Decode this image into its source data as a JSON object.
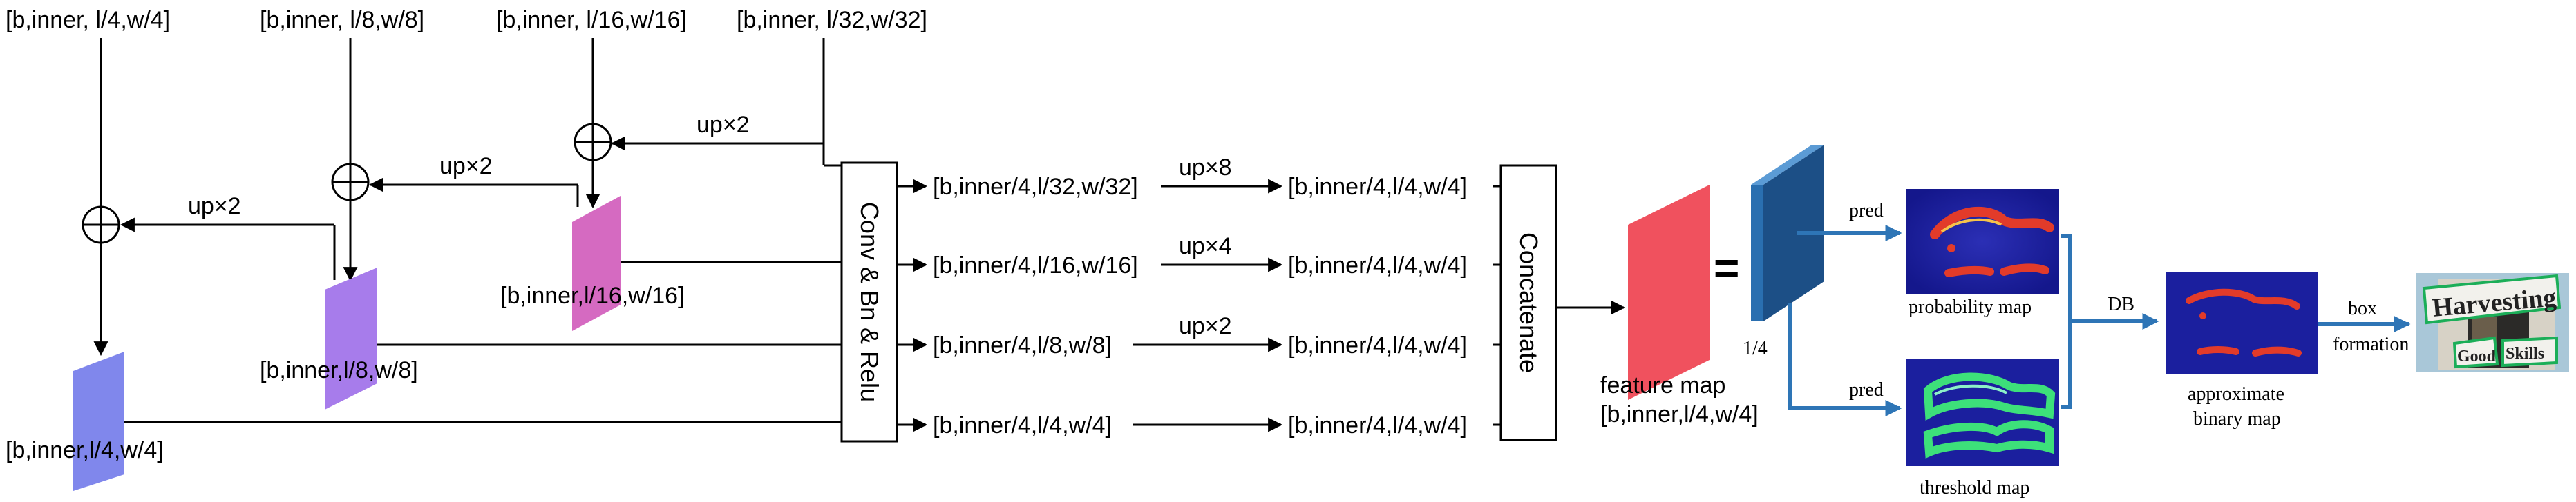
{
  "inputs": {
    "in_1_4": "[b,inner, l/4,w/4]",
    "in_1_8": "[b,inner, l/8,w/8]",
    "in_1_16": "[b,inner, l/16,w/16]",
    "in_1_32": "[b,inner, l/32,w/32]"
  },
  "fpn": {
    "up_x2_a": "up×2",
    "up_x2_b": "up×2",
    "up_x2_c": "up×2",
    "feat_1_16": "[b,inner,l/16,w/16]",
    "feat_1_8": "[b,inner,l/8,w/8]",
    "feat_1_4": "[b,inner,l/4,w/4]"
  },
  "conv_block": {
    "label": "Conv & Bn & Relu"
  },
  "branches": {
    "pre": [
      "[b,inner/4,l/32,w/32]",
      "[b,inner/4,l/16,w/16]",
      "[b,inner/4,l/8,w/8]",
      "[b,inner/4,l/4,w/4]"
    ],
    "ups": [
      "up×8",
      "up×4",
      "up×2"
    ],
    "post": [
      "[b,inner/4,l/4,w/4]",
      "[b,inner/4,l/4,w/4]",
      "[b,inner/4,l/4,w/4]",
      "[b,inner/4,l/4,w/4]"
    ]
  },
  "concat_block": {
    "label": "Concatenate"
  },
  "feature_map": {
    "title": "feature map",
    "shape": "[b,inner,l/4,w/4]",
    "equals": "=",
    "scale": "1/4"
  },
  "db_stage": {
    "pred_top": "pred",
    "pred_bottom": "pred",
    "probability_map": "probability map",
    "threshold_map": "threshold map",
    "db": "DB",
    "approx_binary_map_l1": "approximate",
    "approx_binary_map_l2": "binary map",
    "box_l1": "box",
    "box_l2": "formation"
  },
  "result_image_text": "Harvesting Good Skills",
  "colors": {
    "magenta_map": "#D56AC1",
    "purple_map": "#A77CEB",
    "blue_map": "#8087EC",
    "feature_map": "#F0515E",
    "conv_block_front": "#2A6FB0",
    "conv_block_side": "#1C4F86",
    "arrow_blue": "#2E75B6",
    "heatmap_bg": "#1B1F9E"
  }
}
